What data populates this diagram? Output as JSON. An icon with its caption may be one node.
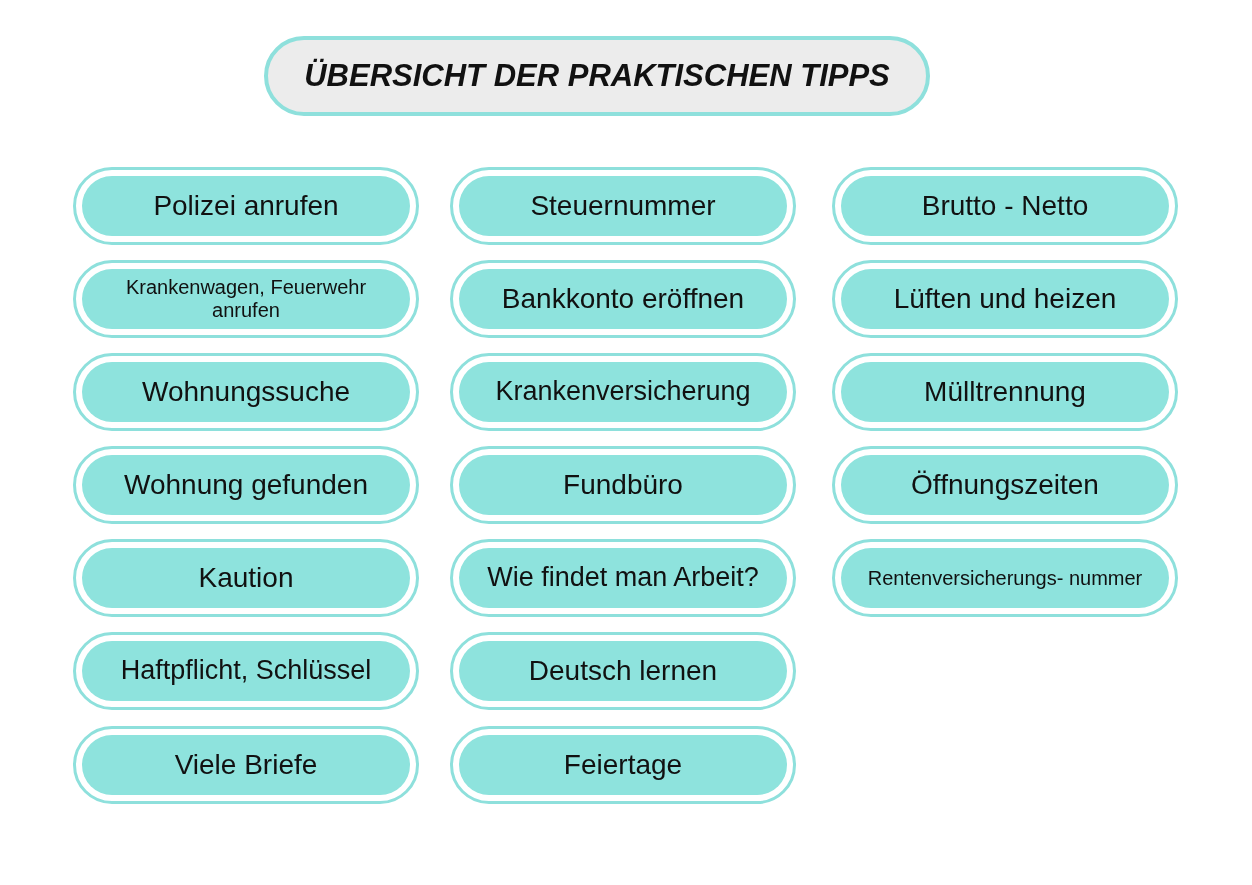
{
  "diagram": {
    "title": "ÜBERSICHT DER PRAKTISCHEN TIPPS",
    "nodes": [
      {
        "text": [
          "Polizei anrufen"
        ]
      },
      {
        "text": [
          "Krankenwagen, Feuerwehr anrufen"
        ]
      },
      {
        "text": [
          "Wohnungssuche"
        ]
      },
      {
        "text": [
          "Wohnung gefunden"
        ]
      },
      {
        "text": [
          "Kaution"
        ]
      },
      {
        "text": [
          "Haftpflicht, Schlüssel"
        ]
      },
      {
        "text": [
          "Viele Briefe"
        ]
      },
      {
        "text": [
          "Steuernummer"
        ]
      },
      {
        "text": [
          "Bankkonto eröffnen"
        ]
      },
      {
        "text": [
          "Krankenversicherung"
        ]
      },
      {
        "text": [
          "Fundbüro"
        ]
      },
      {
        "text": [
          "Wie findet man Arbeit?"
        ]
      },
      {
        "text": [
          "Deutsch lernen"
        ]
      },
      {
        "text": [
          "Feiertage"
        ]
      },
      {
        "text": [
          "Brutto - Netto"
        ]
      },
      {
        "text": [
          "Lüften und heizen"
        ]
      },
      {
        "text": [
          "Mülltrennung"
        ]
      },
      {
        "text": [
          "Öffnungszeiten"
        ]
      },
      {
        "text": [
          "Rentenversicherungs- nummer"
        ]
      }
    ]
  }
}
